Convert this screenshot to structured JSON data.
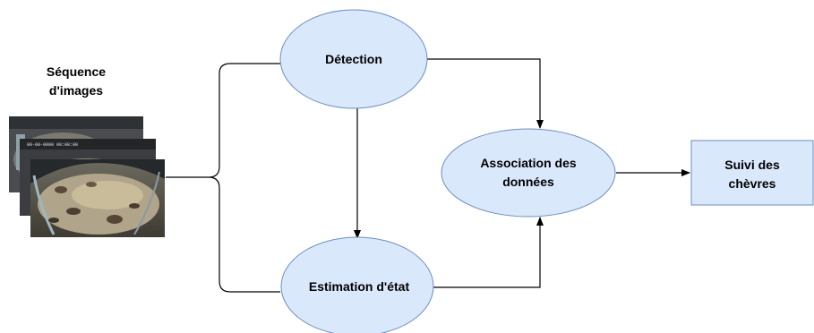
{
  "input": {
    "label_line1": "Séquence",
    "label_line2": "d'images"
  },
  "nodes": {
    "detection": {
      "label": "Détection"
    },
    "state_estimation": {
      "label": "Estimation d'état"
    },
    "association": {
      "label_line1": "Association des",
      "label_line2": "données"
    },
    "tracking": {
      "label_line1": "Suivi des",
      "label_line2": "chèvres"
    }
  },
  "colors": {
    "node_fill": "#dae8fc",
    "node_stroke": "#6c8ebf",
    "edge": "#000000",
    "text": "#000000"
  }
}
